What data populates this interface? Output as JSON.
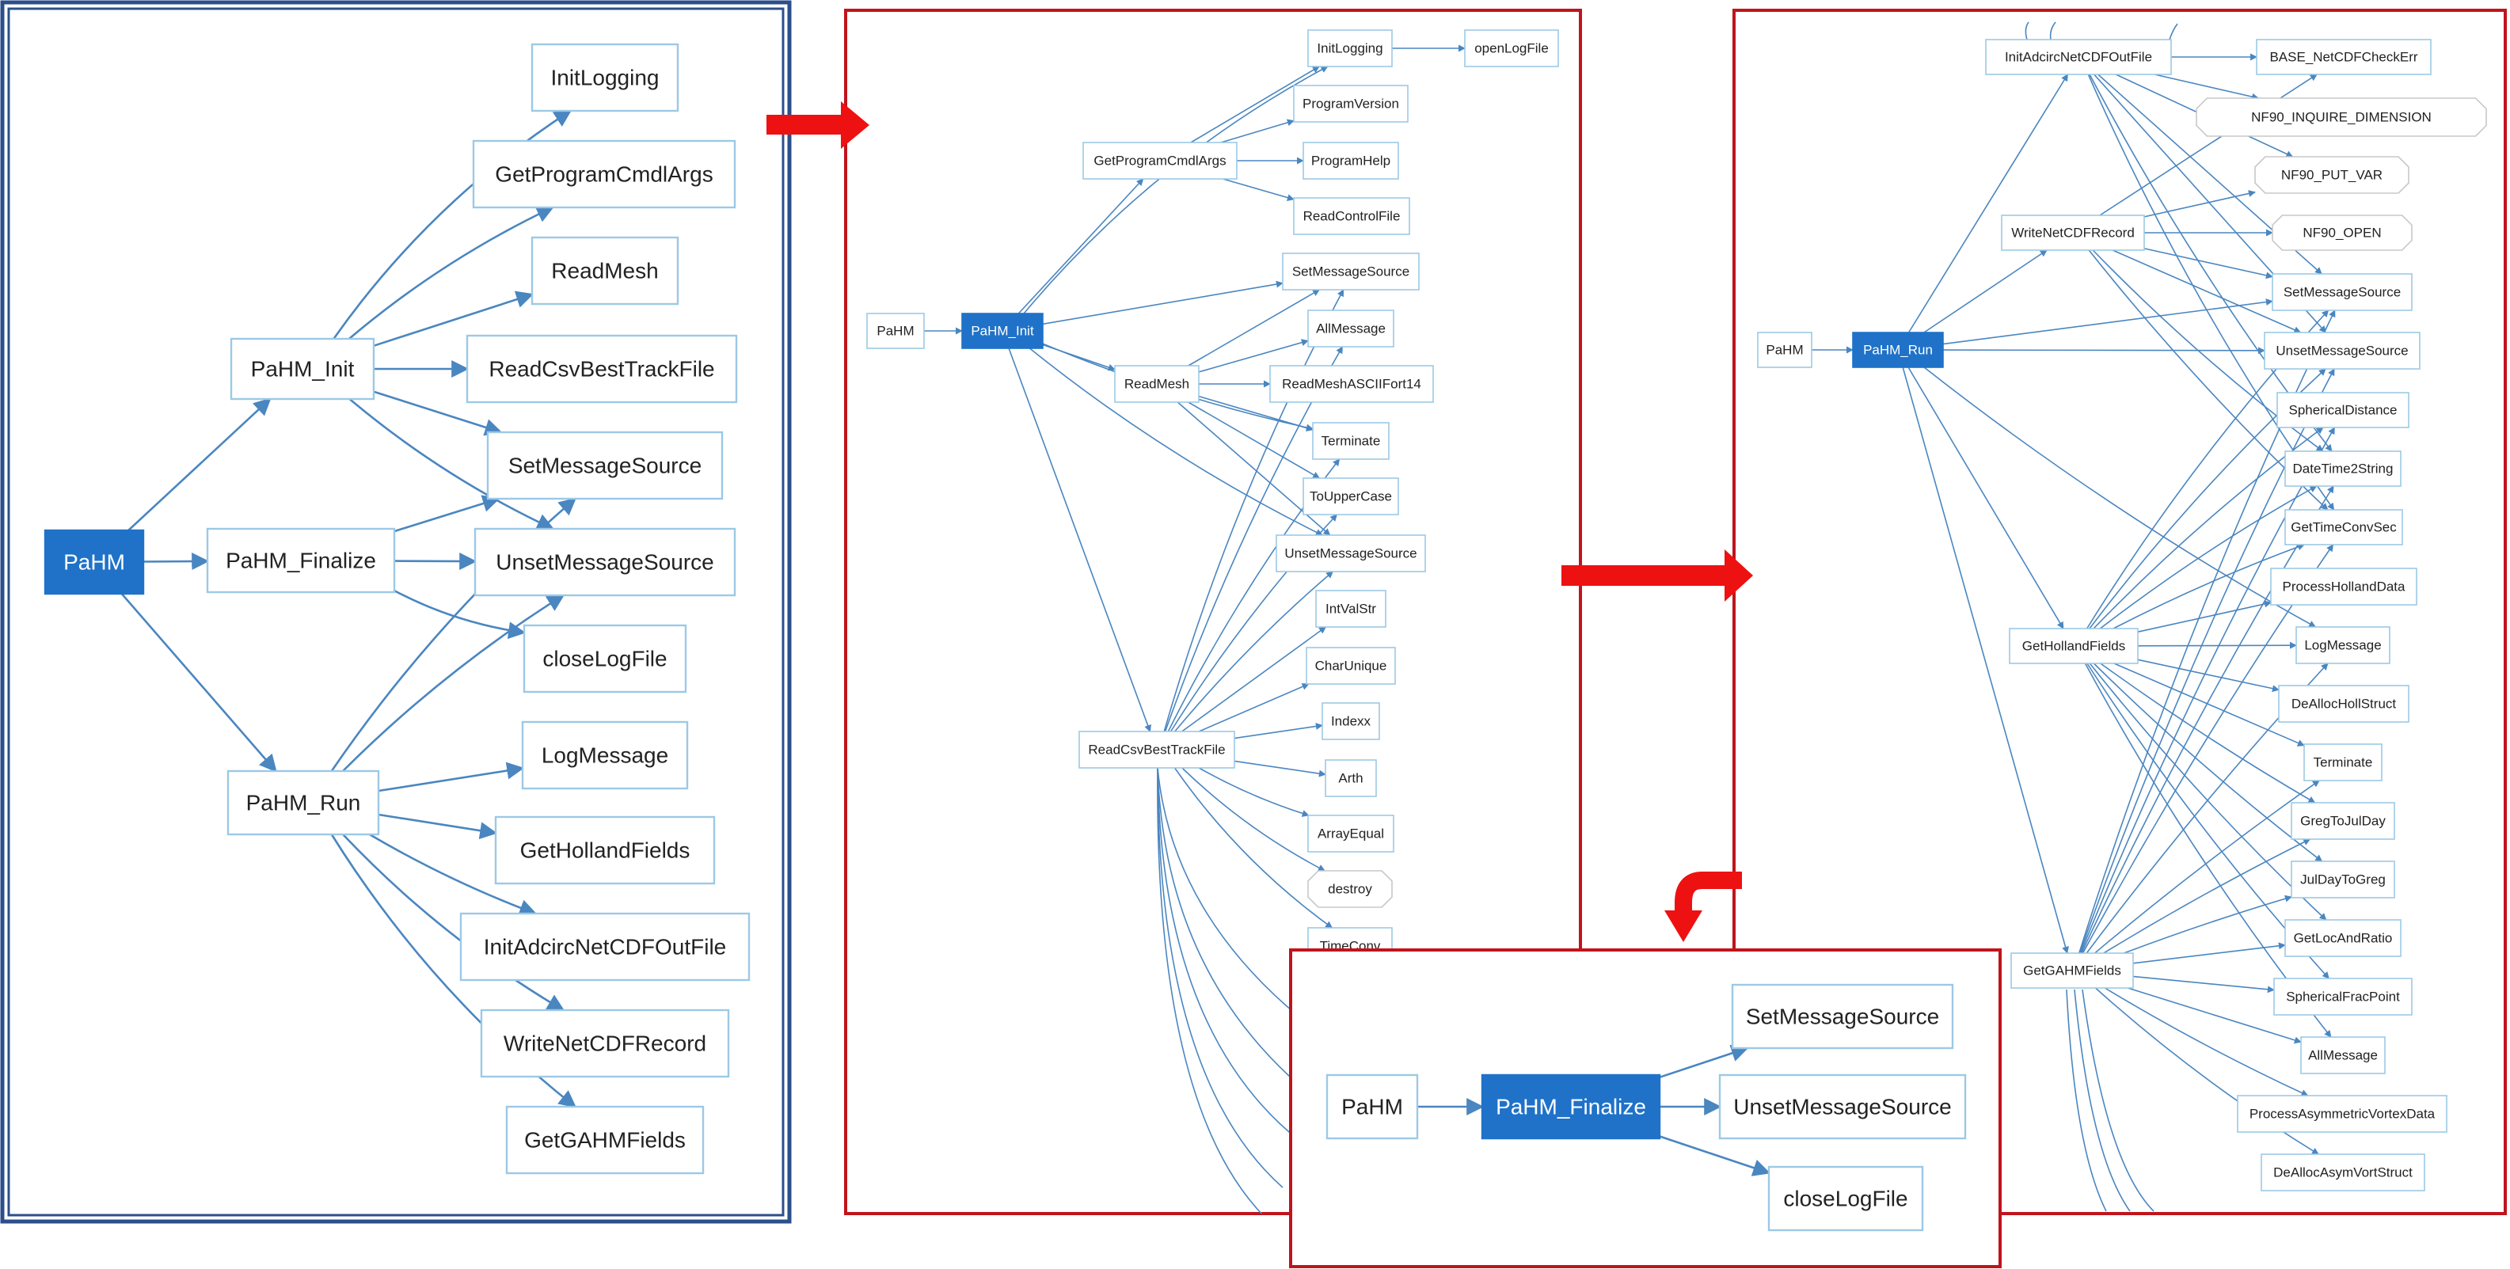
{
  "colors": {
    "edge": "#4a86c0",
    "node_border": "#9cc9e5",
    "highlight_fill": "#1f72c8",
    "highlight_text": "#ffffff",
    "outer_frame": "#2b4f8c",
    "panel_frame": "#c0141c",
    "arrow": "#ee1111",
    "octagon_border": "#c8c8c8"
  },
  "panels": [
    {
      "id": "overview",
      "root": "PaHM",
      "nodes": [
        "PaHM",
        "PaHM_Init",
        "PaHM_Finalize",
        "PaHM_Run",
        "InitLogging",
        "GetProgramCmdlArgs",
        "ReadMesh",
        "ReadCsvBestTrackFile",
        "SetMessageSource",
        "UnsetMessageSource",
        "closeLogFile",
        "LogMessage",
        "GetHollandFields",
        "InitAdcircNetCDFOutFile",
        "WriteNetCDFRecord",
        "GetGAHMFields"
      ]
    },
    {
      "id": "init",
      "root": "PaHM_Init",
      "nodes": [
        "PaHM",
        "PaHM_Init",
        "GetProgramCmdlArgs",
        "ReadMesh",
        "ReadCsvBestTrackFile",
        "InitLogging",
        "openLogFile",
        "ProgramVersion",
        "ProgramHelp",
        "ReadControlFile",
        "SetMessageSource",
        "AllMessage",
        "ReadMeshASCIIFort14",
        "Terminate",
        "ToUpperCase",
        "UnsetMessageSource",
        "IntValStr",
        "CharUnique",
        "Indexx",
        "Arth",
        "ArrayEqual",
        "destroy",
        "TimeConv"
      ]
    },
    {
      "id": "run",
      "root": "PaHM_Run",
      "nodes": [
        "PaHM",
        "PaHM_Run",
        "InitAdcircNetCDFOutFile",
        "WriteNetCDFRecord",
        "GetHollandFields",
        "GetGAHMFields",
        "BASE_NetCDFCheckErr",
        "NF90_INQUIRE_DIMENSION",
        "NF90_PUT_VAR",
        "NF90_OPEN",
        "SetMessageSource",
        "UnsetMessageSource",
        "SphericalDistance",
        "DateTime2String",
        "GetTimeConvSec",
        "ProcessHollandData",
        "LogMessage",
        "DeAllocHollStruct",
        "Terminate",
        "GregToJulDay",
        "JulDayToGreg",
        "GetLocAndRatio",
        "SphericalFracPoint",
        "AllMessage",
        "ProcessAsymmetricVortexData",
        "DeAllocAsymVortStruct"
      ]
    },
    {
      "id": "finalize",
      "root": "PaHM_Finalize",
      "nodes": [
        "PaHM",
        "PaHM_Finalize",
        "SetMessageSource",
        "UnsetMessageSource",
        "closeLogFile"
      ]
    }
  ]
}
